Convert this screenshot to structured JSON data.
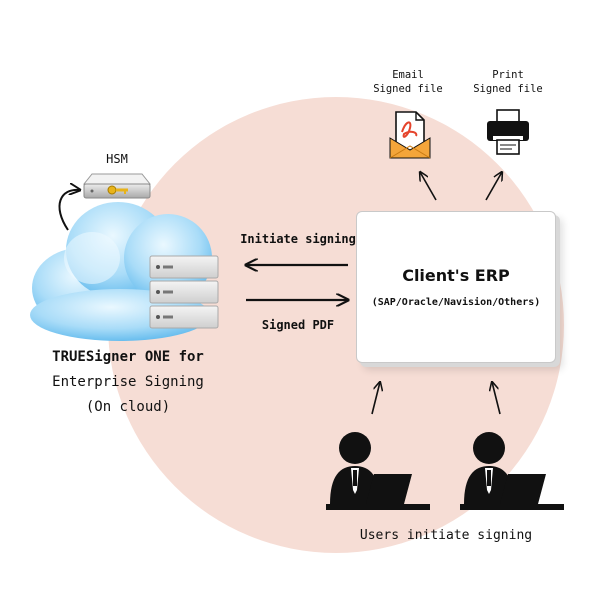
{
  "labels": {
    "email_line1": "Email",
    "email_line2": "Signed file",
    "print_line1": "Print",
    "print_line2": "Signed file",
    "hsm": "HSM",
    "initiate_signing": "Initiate signing",
    "signed_pdf": "Signed PDF",
    "erp_title": "Client's ERP",
    "erp_subtitle": "(SAP/Oracle/Navision/Others)",
    "truesigner_line1": "TRUESigner ONE for",
    "truesigner_line2": "Enterprise Signing",
    "truesigner_line3": "(On cloud)",
    "users_caption": "Users initiate signing"
  },
  "icons": {
    "cloud": "cloud-icon",
    "server": "server-icon",
    "hsm": "hsm-device-icon",
    "email": "email-pdf-icon",
    "printer": "printer-icon",
    "user": "user-at-laptop-icon"
  },
  "colors": {
    "circle_fill": "#f6ddd5",
    "cloud_light": "#d6f0fd",
    "cloud_dark": "#5cb8ec",
    "pdf_red": "#e5442c",
    "envelope": "#f4a53a",
    "key_gold": "#e8b31a",
    "ink": "#111111"
  }
}
